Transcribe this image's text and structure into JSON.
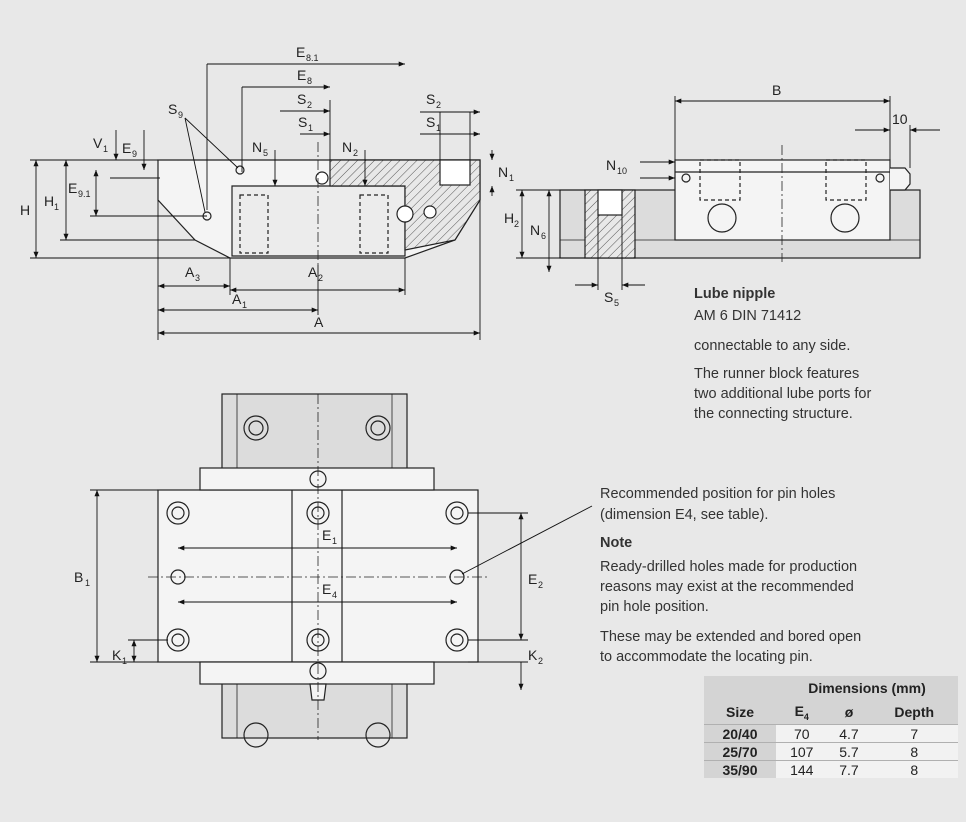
{
  "labels": {
    "E81": "E",
    "E81_sub": "8.1",
    "E8": "E",
    "E8_sub": "8",
    "S2": "S",
    "S2_sub": "2",
    "S1": "S",
    "S1_sub": "1",
    "S9": "S",
    "S9_sub": "9",
    "V1": "V",
    "V1_sub": "1",
    "E9": "E",
    "E9_sub": "9",
    "E91": "E",
    "E91_sub": "9.1",
    "N5": "N",
    "N5_sub": "5",
    "N2": "N",
    "N2_sub": "2",
    "N1": "N",
    "N1_sub": "1",
    "H": "H",
    "H1": "H",
    "H1_sub": "1",
    "A3": "A",
    "A3_sub": "3",
    "A2": "A",
    "A2_sub": "2",
    "A1": "A",
    "A1_sub": "1",
    "A": "A",
    "B": "B",
    "ten": "10",
    "N10": "N",
    "N10_sub": "10",
    "H2": "H",
    "H2_sub": "2",
    "N6": "N",
    "N6_sub": "6",
    "S5": "S",
    "S5_sub": "5",
    "E1": "E",
    "E1_sub": "1",
    "E4": "E",
    "E4_sub": "4",
    "B1": "B",
    "B1_sub": "1",
    "E2": "E",
    "E2_sub": "2",
    "K1": "K",
    "K1_sub": "1",
    "K2": "K",
    "K2_sub": "2"
  },
  "notes": {
    "lube_title": "Lube nipple",
    "lube_spec": "AM 6 DIN 71412",
    "lube_conn": "connectable to any side.",
    "lube_desc": [
      "The runner block features",
      "two additional lube ports for",
      "the connecting structure."
    ],
    "pin_desc": [
      "Recommended position for pin holes",
      "(dimension E4, see table)."
    ],
    "note_title": "Note",
    "note_p1": [
      "Ready-drilled holes made for production",
      "reasons may exist at the recommended",
      "pin hole position."
    ],
    "note_p2": [
      "These may be extended and bored open",
      "to accommodate the locating pin."
    ]
  },
  "table": {
    "group_header": "Dimensions (mm)",
    "col_size": "Size",
    "col_e4": "E",
    "col_e4_sub": "4",
    "col_dia": "ø",
    "col_depth": "Depth",
    "rows": [
      {
        "size": "20/40",
        "e4": "70",
        "dia": "4.7",
        "depth": "7"
      },
      {
        "size": "25/70",
        "e4": "107",
        "dia": "5.7",
        "depth": "8"
      },
      {
        "size": "35/90",
        "e4": "144",
        "dia": "7.7",
        "depth": "8"
      }
    ]
  }
}
